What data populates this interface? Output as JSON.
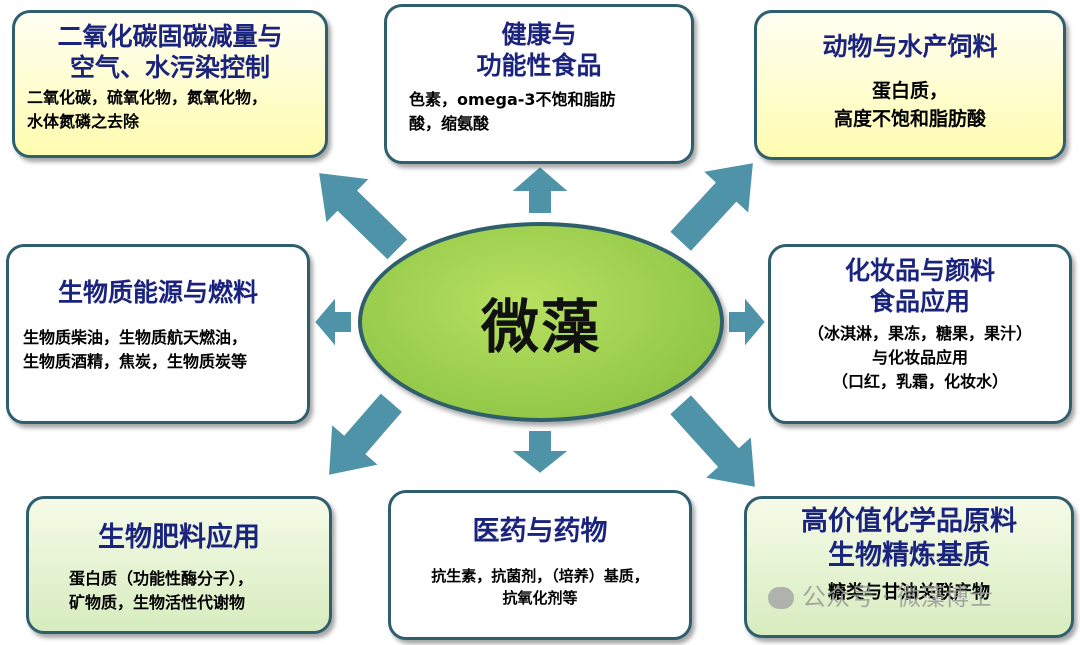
{
  "center": {
    "label": "微藻"
  },
  "boxes": [
    {
      "id": "co2",
      "title_lines": [
        "二氧化碳固碳减量与",
        "空气、水污染控制"
      ],
      "desc_lines": [
        "二氧化碳，硫氧化物，氮氧化物，",
        "水体氮磷之去除"
      ]
    },
    {
      "id": "health",
      "title_lines": [
        "健康与",
        "功能性食品"
      ],
      "desc_lines": [
        "色素，omega-3不饱和脂肪",
        "酸，缩氨酸"
      ]
    },
    {
      "id": "feed",
      "title_lines": [
        "动物与水产饲料"
      ],
      "desc_lines": [
        "蛋白质，",
        "高度不饱和脂肪酸"
      ]
    },
    {
      "id": "biofuel",
      "title_lines": [
        "生物质能源与燃料"
      ],
      "desc_lines": [
        "生物质柴油，生物质航天燃油，",
        "生物质酒精，焦炭，生物质炭等"
      ]
    },
    {
      "id": "cosmetic",
      "title_lines": [
        "化妆品与颜料",
        "食品应用"
      ],
      "desc_lines": [
        "（冰淇淋，果冻，糖果，果汁）",
        "与化妆品应用",
        "（口红，乳霜，化妆水）"
      ]
    },
    {
      "id": "fertilizer",
      "title_lines": [
        "生物肥料应用"
      ],
      "desc_lines": [
        "蛋白质（功能性酶分子），",
        "矿物质，生物活性代谢物"
      ]
    },
    {
      "id": "medicine",
      "title_lines": [
        "医药与药物"
      ],
      "desc_lines": [
        "抗生素，抗菌剂，（培养）基质，",
        "抗氧化剂等"
      ]
    },
    {
      "id": "chemical",
      "title_lines": [
        "高价值化学品原料",
        "生物精炼基质"
      ],
      "desc_lines": [
        "糖类与甘油关联产物"
      ]
    }
  ],
  "watermark": {
    "text": "公众号 · 微藻博士"
  },
  "colors": {
    "arrow": "#4f93a8",
    "border": "#2f5f6d",
    "title": "#1a237e",
    "center_fill": "#98cc4c"
  }
}
